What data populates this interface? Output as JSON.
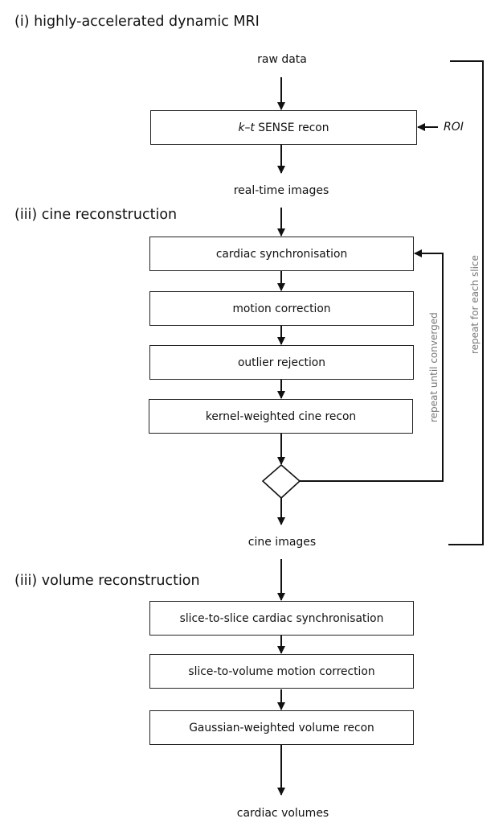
{
  "sections": {
    "s1": "(i) highly-accelerated dynamic MRI",
    "s2": "(iii) cine reconstruction",
    "s3": "(iii) volume reconstruction"
  },
  "nodes": {
    "raw_data": "raw data",
    "realtime_images": "real-time images",
    "cine_images": "cine images",
    "cardiac_volumes": "cardiac volumes"
  },
  "boxes": {
    "kt_sense_prefix": "k–t",
    "kt_sense_rest": " SENSE recon",
    "cardiac_sync": "cardiac synchronisation",
    "motion_correction": "motion correction",
    "outlier_rejection": "outlier rejection",
    "kernel_recon": "kernel-weighted cine recon",
    "s2s_sync": "slice-to-slice cardiac synchronisation",
    "s2v_motion": "slice-to-volume motion correction",
    "gaussian_recon": "Gaussian-weighted volume recon"
  },
  "inputs": {
    "roi": "ROI"
  },
  "loops": {
    "inner": "repeat until converged",
    "outer": "repeat for each slice"
  },
  "colors": {
    "line": "#111111",
    "loop_label": "#777777"
  }
}
